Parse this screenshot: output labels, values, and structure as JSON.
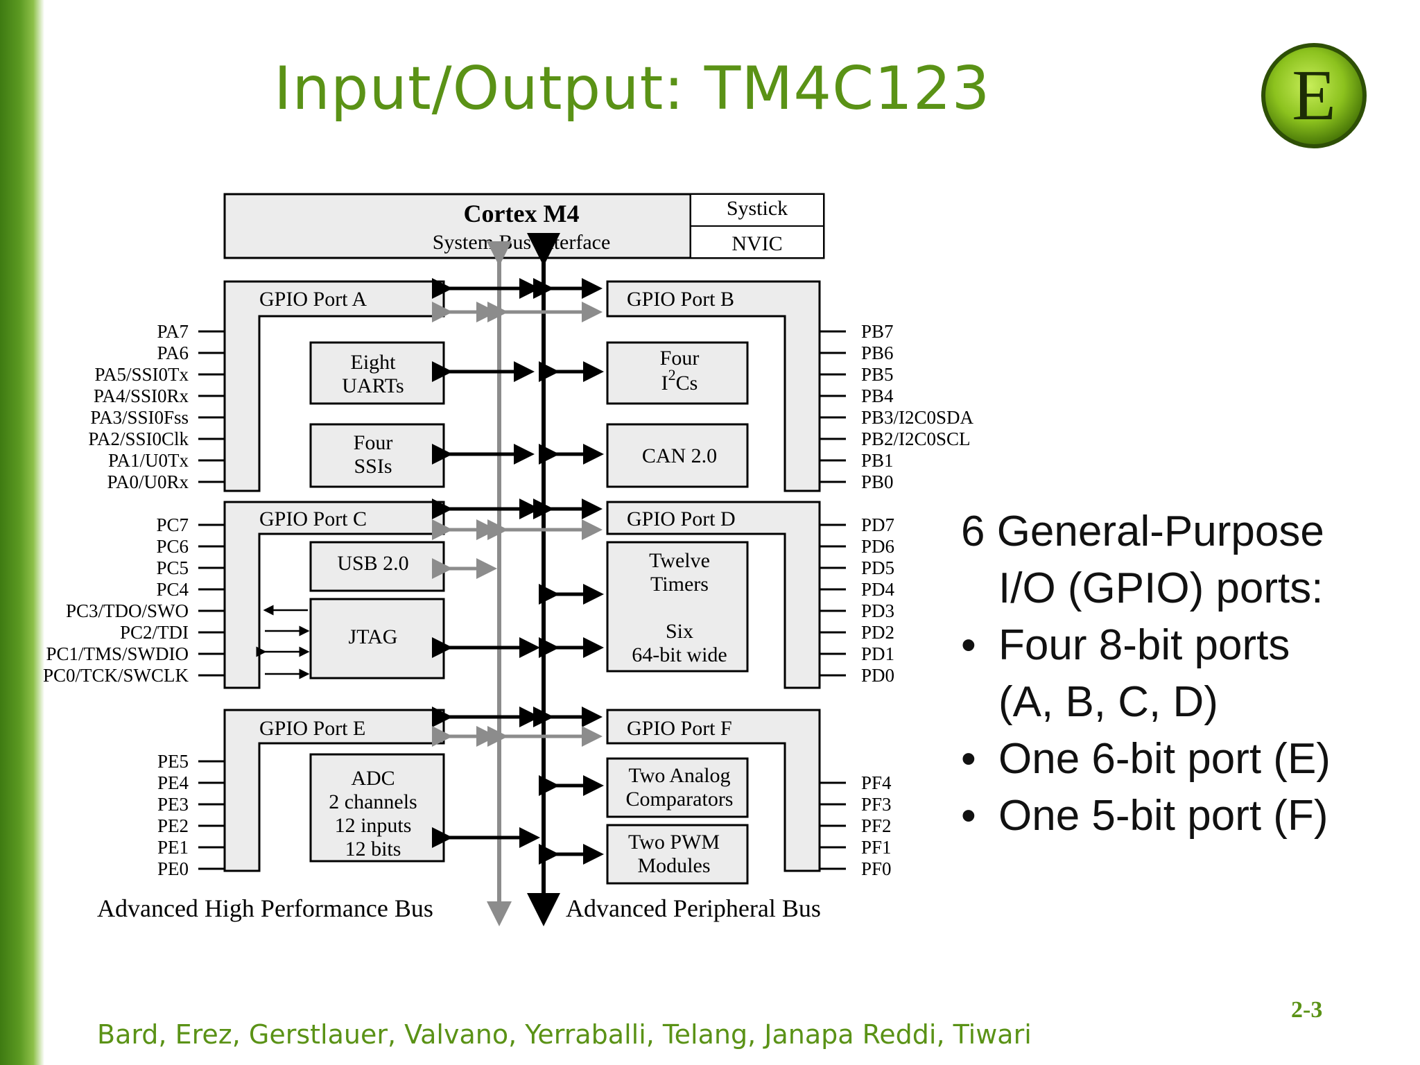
{
  "slide": {
    "title": "Input/Output: TM4C123",
    "logo_letter": "E",
    "footer": "Bard, Erez, Gerstlauer, Valvano, Yerraballi, Telang, Janapa Reddi, Tiwari",
    "page_number": "2-3"
  },
  "bullets": {
    "heading_line1": "6 General-Purpose",
    "heading_line2": "I/O (GPIO) ports:",
    "item1_line1": "Four 8-bit ports",
    "item1_line2": "(A, B, C, D)",
    "item2": "One 6-bit port (E)",
    "item3": "One 5-bit port (F)",
    "bullet_char": "•"
  },
  "diagram": {
    "cortex_title": "Cortex M4",
    "cortex_subtitle": "System Bus Interface",
    "systick": "Systick",
    "nvic": "NVIC",
    "port_a": "GPIO Port A",
    "port_b": "GPIO Port B",
    "port_c": "GPIO Port C",
    "port_d": "GPIO Port D",
    "port_e": "GPIO Port E",
    "port_f": "GPIO Port F",
    "uarts_l1": "Eight",
    "uarts_l2": "UARTs",
    "ssis_l1": "Four",
    "ssis_l2": "SSIs",
    "i2c_l1": "Four",
    "i2c_l2": "I",
    "i2c_sup": "2",
    "i2c_l2b": "Cs",
    "can": "CAN 2.0",
    "usb": "USB 2.0",
    "jtag": "JTAG",
    "timers_l1": "Twelve",
    "timers_l2": "Timers",
    "timers_l3": "Six",
    "timers_l4": "64-bit wide",
    "adc_l1": "ADC",
    "adc_l2": "2 channels",
    "adc_l3": "12 inputs",
    "adc_l4": "12 bits",
    "comp_l1": "Two Analog",
    "comp_l2": "Comparators",
    "pwm_l1": "Two PWM",
    "pwm_l2": "Modules",
    "ahb_label": "Advanced High Performance Bus",
    "apb_label": "Advanced Peripheral Bus",
    "pins_a": [
      "PA7",
      "PA6",
      "PA5/SSI0Tx",
      "PA4/SSI0Rx",
      "PA3/SSI0Fss",
      "PA2/SSI0Clk",
      "PA1/U0Tx",
      "PA0/U0Rx"
    ],
    "pins_b": [
      "PB7",
      "PB6",
      "PB5",
      "PB4",
      "PB3/I2C0SDA",
      "PB2/I2C0SCL",
      "PB1",
      "PB0"
    ],
    "pins_c": [
      "PC7",
      "PC6",
      "PC5",
      "PC4",
      "PC3/TDO/SWO",
      "PC2/TDI",
      "PC1/TMS/SWDIO",
      "PC0/TCK/SWCLK"
    ],
    "pins_d": [
      "PD7",
      "PD6",
      "PD5",
      "PD4",
      "PD3",
      "PD2",
      "PD1",
      "PD0"
    ],
    "pins_e": [
      "PE5",
      "PE4",
      "PE3",
      "PE2",
      "PE1",
      "PE0"
    ],
    "pins_f": [
      "PF4",
      "PF3",
      "PF2",
      "PF1",
      "PF0"
    ]
  },
  "colors": {
    "green": "#5a9216",
    "box_fill": "#ececec",
    "gray_bus": "#8c8c8c"
  }
}
